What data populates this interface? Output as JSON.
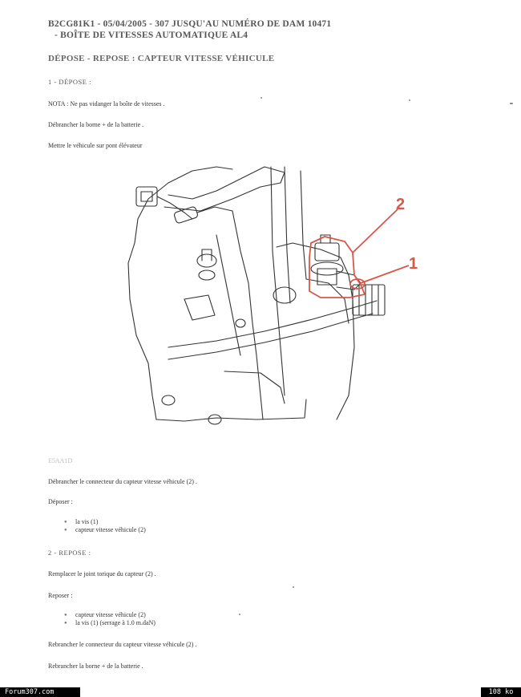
{
  "header": {
    "line1": "B2CG81K1 - 05/04/2005 - 307 JUSQU'AU NUMÉRO DE DAM 10471",
    "line2": "- BOÎTE DE VITESSES AUTOMATIQUE AL4"
  },
  "title": "DÉPOSE - REPOSE : CAPTEUR VITESSE VÉHICULE",
  "depose": {
    "heading": "1 - DÉPOSE :",
    "nota": "NOTA : Ne pas vidanger la boîte de vitesses .",
    "step1": "Débrancher la borne + de la batterie .",
    "step2": "Mettre le véhicule sur pont élévateur",
    "caption": "E5AA1D",
    "step3": "Débrancher le connecteur du capteur vitesse véhicule (2) .",
    "deposer_label": "Déposer :",
    "deposer_items": [
      "la vis (1)",
      "capteur vitesse véhicule (2)"
    ]
  },
  "diagram": {
    "label_1": "1",
    "label_2": "2",
    "highlight_color": "#d9574a"
  },
  "repose": {
    "heading": "2 - REPOSE :",
    "step1": "Remplacer le joint torique du capteur (2) .",
    "reposer_label": "Reposer :",
    "reposer_items": [
      "capteur vitesse véhicule (2)",
      "la vis (1) (serrage à 1.0 m.daN)"
    ],
    "step2": "Rebrancher le connecteur du capteur vitesse véhicule (2) .",
    "step3": "Rebrancher la borne + de la batterie ."
  },
  "footer": {
    "site": "Forum307.com",
    "size": "108 ko"
  }
}
